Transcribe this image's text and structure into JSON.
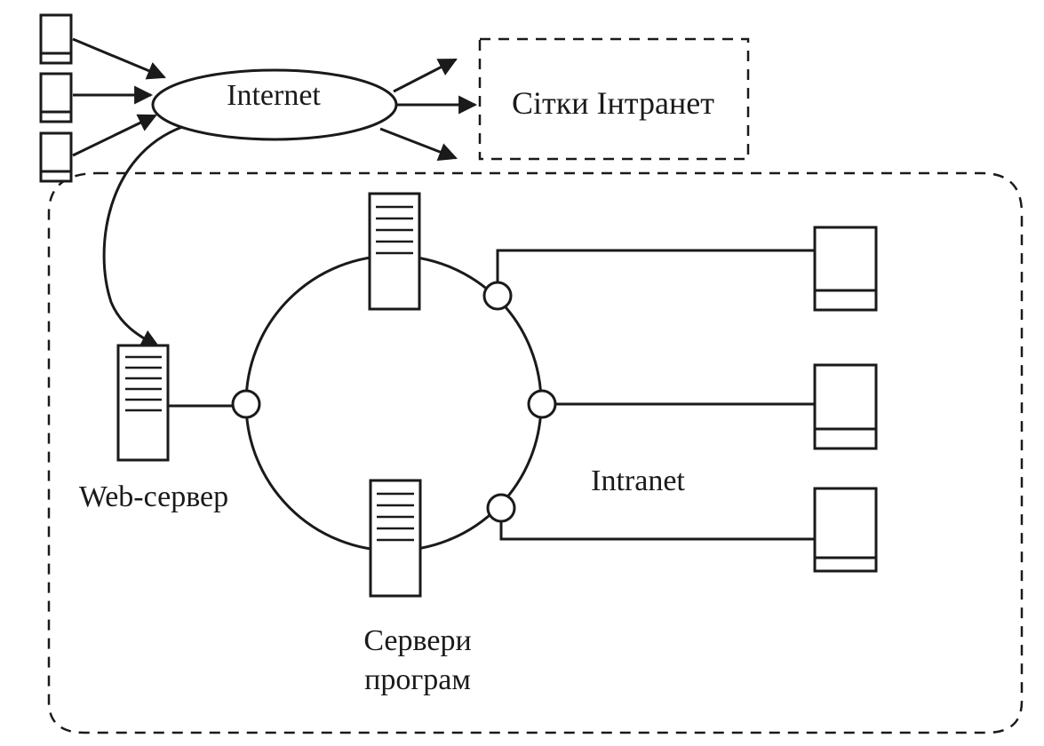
{
  "diagram": {
    "internet_label": "Internet",
    "intranet_networks_label": "Сітки Інтранет",
    "web_server_label": "Web-сервер",
    "intranet_label": "Intranet",
    "app_servers_label_line1": "Сервери",
    "app_servers_label_line2": "програм"
  }
}
